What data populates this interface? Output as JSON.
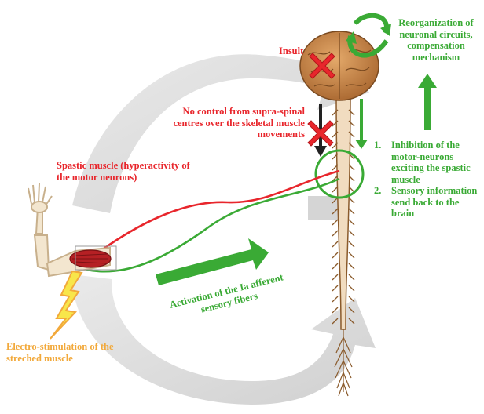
{
  "labels": {
    "insult": "Insult",
    "reorganization": "Reorganization of neuronal circuits, compensation mechanism",
    "no_control": "No control from supra-spinal centres over the skeletal muscle movements",
    "spastic_muscle": "Spastic muscle (hyperactivity of the motor neurons)",
    "activation": "Activation of the Ia afferent sensory fibers",
    "electro_stimulation": "Electro-stimulation of the streched muscle"
  },
  "steps": [
    {
      "number": "1.",
      "text": "Inhibition of the motor-neurons exciting the spastic muscle"
    },
    {
      "number": "2.",
      "text": "Sensory information send back to the brain"
    }
  ],
  "colors": {
    "red": "#e8262c",
    "green": "#3aaa35",
    "orange": "#f2a93b",
    "cycle_gray": "#d4d4d4",
    "brain": "#b9783f",
    "cord": "#8a5a2b"
  },
  "icons": [
    "arm-icon",
    "brain-icon",
    "spinal-cord-icon",
    "lightning-icon",
    "cross-icon"
  ]
}
